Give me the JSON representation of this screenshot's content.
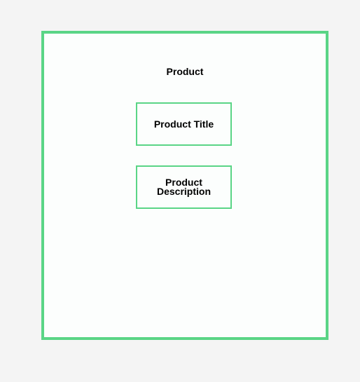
{
  "diagram": {
    "container_label": "Product",
    "children": [
      {
        "label": "Product Title"
      },
      {
        "label": "Product\nDescription"
      }
    ]
  },
  "colors": {
    "border": "#5ad586",
    "background": "#f4f4f4",
    "box_fill": "#fcfefd"
  }
}
